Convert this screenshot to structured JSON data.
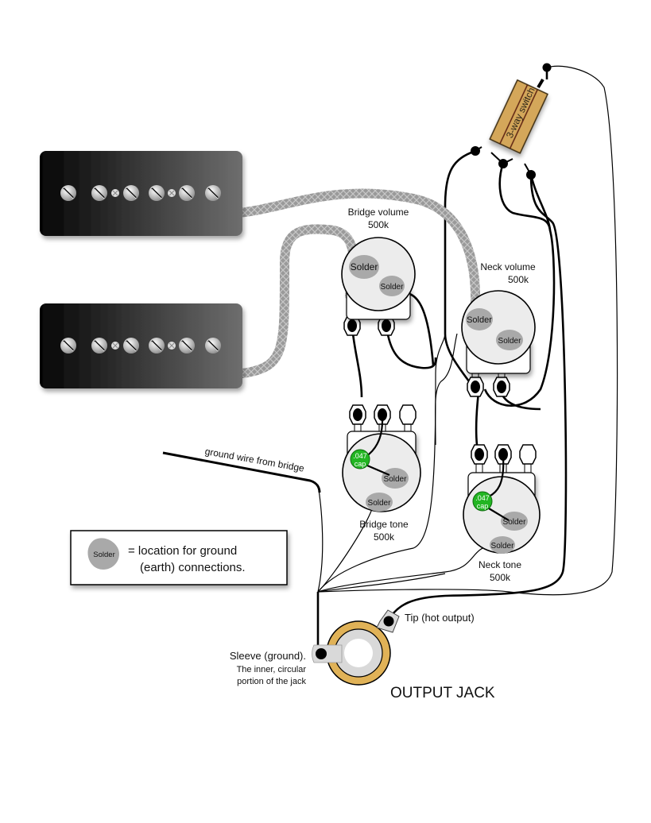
{
  "diagram": {
    "title": "Guitar wiring diagram: two P-90 pickups, 3-way switch, 2 volume, 2 tone, output jack",
    "switch": {
      "label": "3-way switch"
    },
    "pickups": [
      {
        "name": "bridge-pickup"
      },
      {
        "name": "neck-pickup"
      }
    ],
    "pots": {
      "bridge_volume": {
        "name": "Bridge volume",
        "value": "500k",
        "solder_labels": [
          "Solder",
          "Solder"
        ]
      },
      "neck_volume": {
        "name": "Neck volume",
        "value": "500k",
        "solder_labels": [
          "Solder",
          "Solder"
        ]
      },
      "bridge_tone": {
        "name": "Bridge tone",
        "value": "500k",
        "cap_value": ".047",
        "cap_label": "cap",
        "solder_labels": [
          "Solder",
          "Solder"
        ]
      },
      "neck_tone": {
        "name": "Neck tone",
        "value": "500k",
        "cap_value": ".047",
        "cap_label": "cap",
        "solder_labels": [
          "Solder",
          "Solder"
        ]
      }
    },
    "ground_wire_label": "ground wire from bridge",
    "legend": {
      "swatch_label": "Solder",
      "line1": "= location for ground",
      "line2": "(earth) connections."
    },
    "jack": {
      "title": "OUTPUT JACK",
      "tip_label": "Tip (hot output)",
      "sleeve_line1": "Sleeve (ground).",
      "sleeve_line2": "The inner, circular",
      "sleeve_line3": "portion of the jack"
    },
    "colors": {
      "switch_body": "#d4a75a",
      "cap_green": "#22b522",
      "jack_ring": "#e0b257",
      "solder_blob": "#a9a9a9",
      "pot_body": "#ececec"
    }
  }
}
